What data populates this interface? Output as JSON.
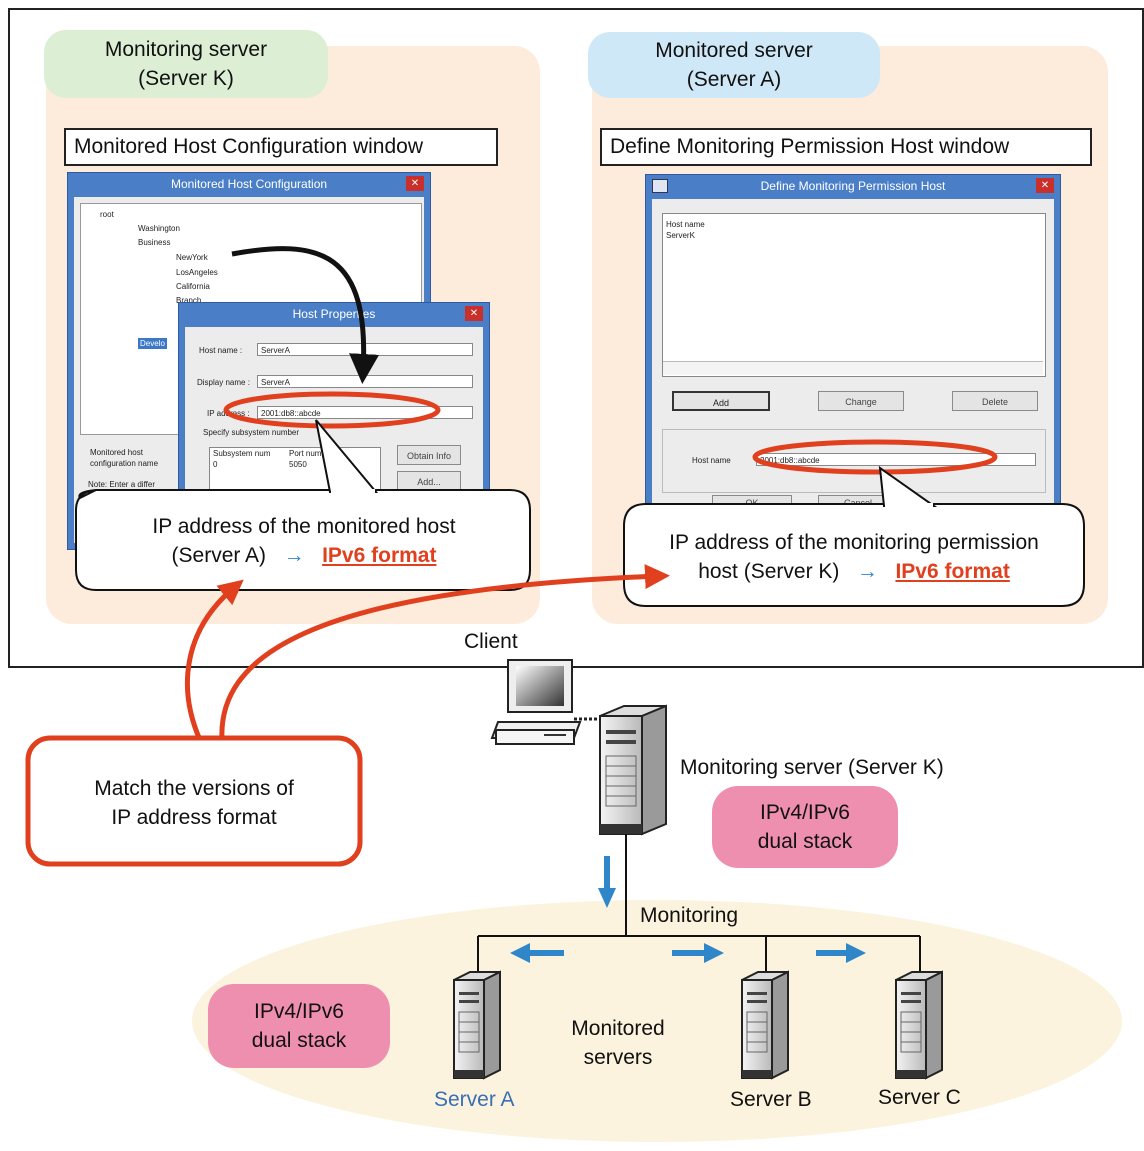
{
  "top_left": {
    "server_tag": [
      "Monitoring server",
      "(Server K)"
    ],
    "window_label": "Monitored Host Configuration window",
    "window": {
      "title": "Monitored Host Configuration",
      "tree": [
        "root",
        "Washington",
        "Business",
        "NewYork",
        "LosAngeles",
        "California",
        "Branch",
        "Develo"
      ],
      "bottom_text_1": "Monitored host",
      "bottom_text_2": "configuration name",
      "note": "Note: Enter a differ"
    },
    "props": {
      "title": "Host Properties",
      "host_name_label": "Host name :",
      "host_name_value": "ServerA",
      "display_name_label": "Display name :",
      "display_name_value": "ServerA",
      "ip_label": "IP address :",
      "ip_value": "2001:db8::abcde",
      "subsystem_label": "Specify subsystem number",
      "col1": "Subsystem num",
      "col2": "Port num",
      "row_c1": "0",
      "row_c2": "5050",
      "obtain_btn": "Obtain Info",
      "add_btn": "Add..."
    },
    "callout": {
      "line1": "IP address of the monitored host",
      "line2_prefix": "(Server A)",
      "arrow": "→",
      "format": "IPv6 format"
    }
  },
  "top_right": {
    "server_tag": [
      "Monitored server",
      "(Server A)"
    ],
    "window_label": "Define Monitoring Permission Host window",
    "window": {
      "title": "Define Monitoring Permission Host",
      "list_header": "Host name",
      "list_item": "ServerK",
      "add_btn": "Add",
      "change_btn": "Change",
      "delete_btn": "Delete",
      "host_name_label": "Host name",
      "host_name_value": "2001:db8::abcde",
      "ok_btn": "OK",
      "cancel_btn": "Cancel"
    },
    "callout": {
      "line1": "IP address of the monitoring permission",
      "line2_prefix": "host (Server K)",
      "arrow": "→",
      "format": "IPv6 format"
    }
  },
  "match_box": [
    "Match the versions of",
    "IP address format"
  ],
  "network": {
    "client_label": "Client",
    "monitoring_server_label": "Monitoring server (Server K)",
    "dual_stack_top": [
      "IPv4/IPv6",
      "dual stack"
    ],
    "monitoring_label": "Monitoring",
    "dual_stack_bottom": [
      "IPv4/IPv6",
      "dual stack"
    ],
    "monitored_servers": [
      "Monitored",
      "servers"
    ],
    "servers": [
      "Server A",
      "Server B",
      "Server C"
    ]
  },
  "colors": {
    "panel": "#fdebdc",
    "monitoring_tag": "#dcefd4",
    "monitored_tag": "#cfe8f7",
    "highlight_red": "#e0401e",
    "flow_blue": "#2f86c8",
    "dual_stack_pink": "#ef8fb0",
    "ellipse": "#fbf3dd"
  }
}
